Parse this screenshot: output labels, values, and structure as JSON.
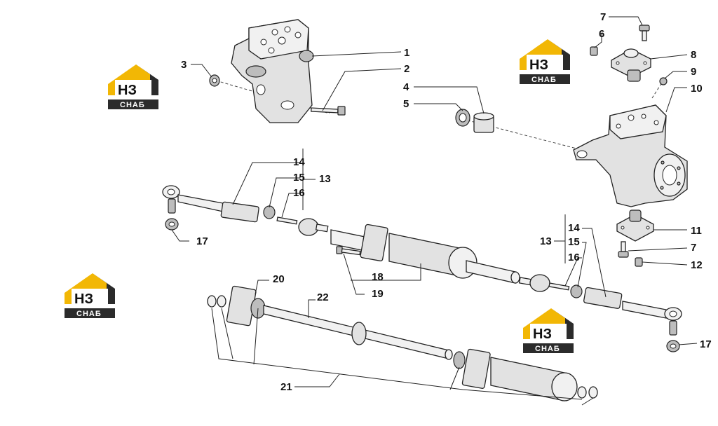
{
  "watermark": {
    "top": "НЗ",
    "bottom": "СНАБ",
    "accent": "#f2b705",
    "dark": "#2b2b2b"
  },
  "callouts": {
    "c1": "1",
    "c2": "2",
    "c3": "3",
    "c4": "4",
    "c5": "5",
    "c6": "6",
    "c7a": "7",
    "c7b": "7",
    "c8": "8",
    "c9": "9",
    "c10": "10",
    "c11": "11",
    "c12": "12",
    "c13a": "13",
    "c13b": "13",
    "c14a": "14",
    "c14b": "14",
    "c15a": "15",
    "c15b": "15",
    "c16a": "16",
    "c16b": "16",
    "c17a": "17",
    "c17b": "17",
    "c18": "18",
    "c19": "19",
    "c20": "20",
    "c21": "21",
    "c22": "22"
  }
}
